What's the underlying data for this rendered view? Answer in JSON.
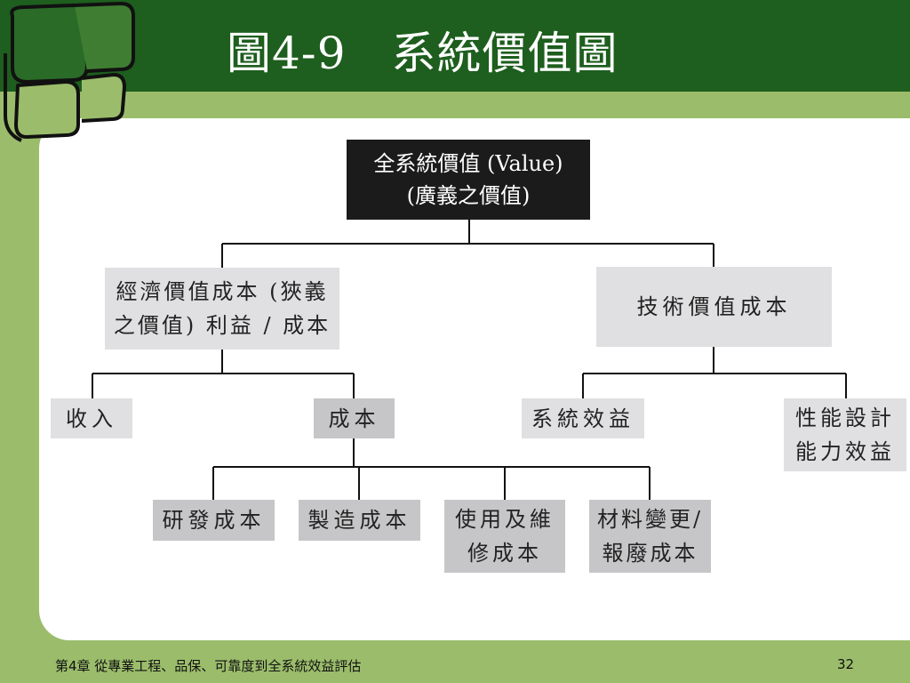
{
  "slide": {
    "title": "圖4-9　系統價值圖",
    "footer_chapter": "第4章 從專業工程、品保、可靠度到全系統效益評估",
    "page_number": "32"
  },
  "diagram": {
    "root": "全系統價值 (Value)\n(廣義之價值)",
    "economic": "經濟價值成本 (狹義\n之價值) 利益 / 成本",
    "technical": "技術價值成本",
    "revenue": "收入",
    "cost": "成本",
    "system_benefit": "系統效益",
    "performance": "性能設計\n能力效益",
    "rd_cost": "研發成本",
    "manufacturing_cost": "製造成本",
    "use_maintenance_cost": "使用及維\n修成本",
    "material_change_cost": "材料變更/\n報廢成本"
  },
  "colors": {
    "header_green": "#1e5e1e",
    "background_green": "#9bbd6b",
    "root_box": "#1b1b1b",
    "light_box": "#e0e0e2",
    "mid_box": "#c6c6c8"
  }
}
